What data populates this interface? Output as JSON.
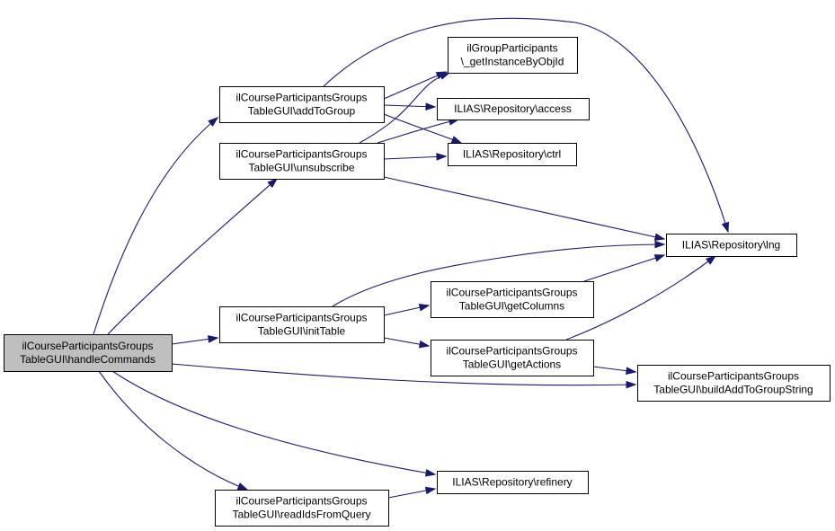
{
  "nodes": [
    {
      "id": "handleCommands",
      "lines": [
        "ilCourseParticipantsGroups",
        "TableGUI\\handleCommands"
      ],
      "root": true
    },
    {
      "id": "addToGroup",
      "lines": [
        "ilCourseParticipantsGroups",
        "TableGUI\\addToGroup"
      ]
    },
    {
      "id": "unsubscribe",
      "lines": [
        "ilCourseParticipantsGroups",
        "TableGUI\\unsubscribe"
      ]
    },
    {
      "id": "initTable",
      "lines": [
        "ilCourseParticipantsGroups",
        "TableGUI\\initTable"
      ]
    },
    {
      "id": "readIdsFromQuery",
      "lines": [
        "ilCourseParticipantsGroups",
        "TableGUI\\readIdsFromQuery"
      ]
    },
    {
      "id": "getInstanceByObjId",
      "lines": [
        "ilGroupParticipants",
        "\\_getInstanceByObjId"
      ]
    },
    {
      "id": "access",
      "lines": [
        "ILIAS\\Repository\\access"
      ]
    },
    {
      "id": "ctrl",
      "lines": [
        "ILIAS\\Repository\\ctrl"
      ]
    },
    {
      "id": "lng",
      "lines": [
        "ILIAS\\Repository\\lng"
      ]
    },
    {
      "id": "getColumns",
      "lines": [
        "ilCourseParticipantsGroups",
        "TableGUI\\getColumns"
      ]
    },
    {
      "id": "getActions",
      "lines": [
        "ilCourseParticipantsGroups",
        "TableGUI\\getActions"
      ]
    },
    {
      "id": "buildAddToGroupString",
      "lines": [
        "ilCourseParticipantsGroups",
        "TableGUI\\buildAddToGroupString"
      ]
    },
    {
      "id": "refinery",
      "lines": [
        "ILIAS\\Repository\\refinery"
      ]
    }
  ],
  "edges": [
    {
      "from": "handleCommands",
      "to": "addToGroup"
    },
    {
      "from": "handleCommands",
      "to": "unsubscribe"
    },
    {
      "from": "handleCommands",
      "to": "initTable"
    },
    {
      "from": "handleCommands",
      "to": "buildAddToGroupString"
    },
    {
      "from": "handleCommands",
      "to": "refinery"
    },
    {
      "from": "handleCommands",
      "to": "readIdsFromQuery"
    },
    {
      "from": "addToGroup",
      "to": "getInstanceByObjId"
    },
    {
      "from": "addToGroup",
      "to": "access"
    },
    {
      "from": "addToGroup",
      "to": "ctrl"
    },
    {
      "from": "addToGroup",
      "to": "lng"
    },
    {
      "from": "unsubscribe",
      "to": "getInstanceByObjId"
    },
    {
      "from": "unsubscribe",
      "to": "access"
    },
    {
      "from": "unsubscribe",
      "to": "ctrl"
    },
    {
      "from": "unsubscribe",
      "to": "lng"
    },
    {
      "from": "initTable",
      "to": "lng"
    },
    {
      "from": "initTable",
      "to": "getColumns"
    },
    {
      "from": "initTable",
      "to": "getActions"
    },
    {
      "from": "getColumns",
      "to": "lng"
    },
    {
      "from": "getActions",
      "to": "lng"
    },
    {
      "from": "getActions",
      "to": "buildAddToGroupString"
    },
    {
      "from": "readIdsFromQuery",
      "to": "refinery"
    }
  ]
}
